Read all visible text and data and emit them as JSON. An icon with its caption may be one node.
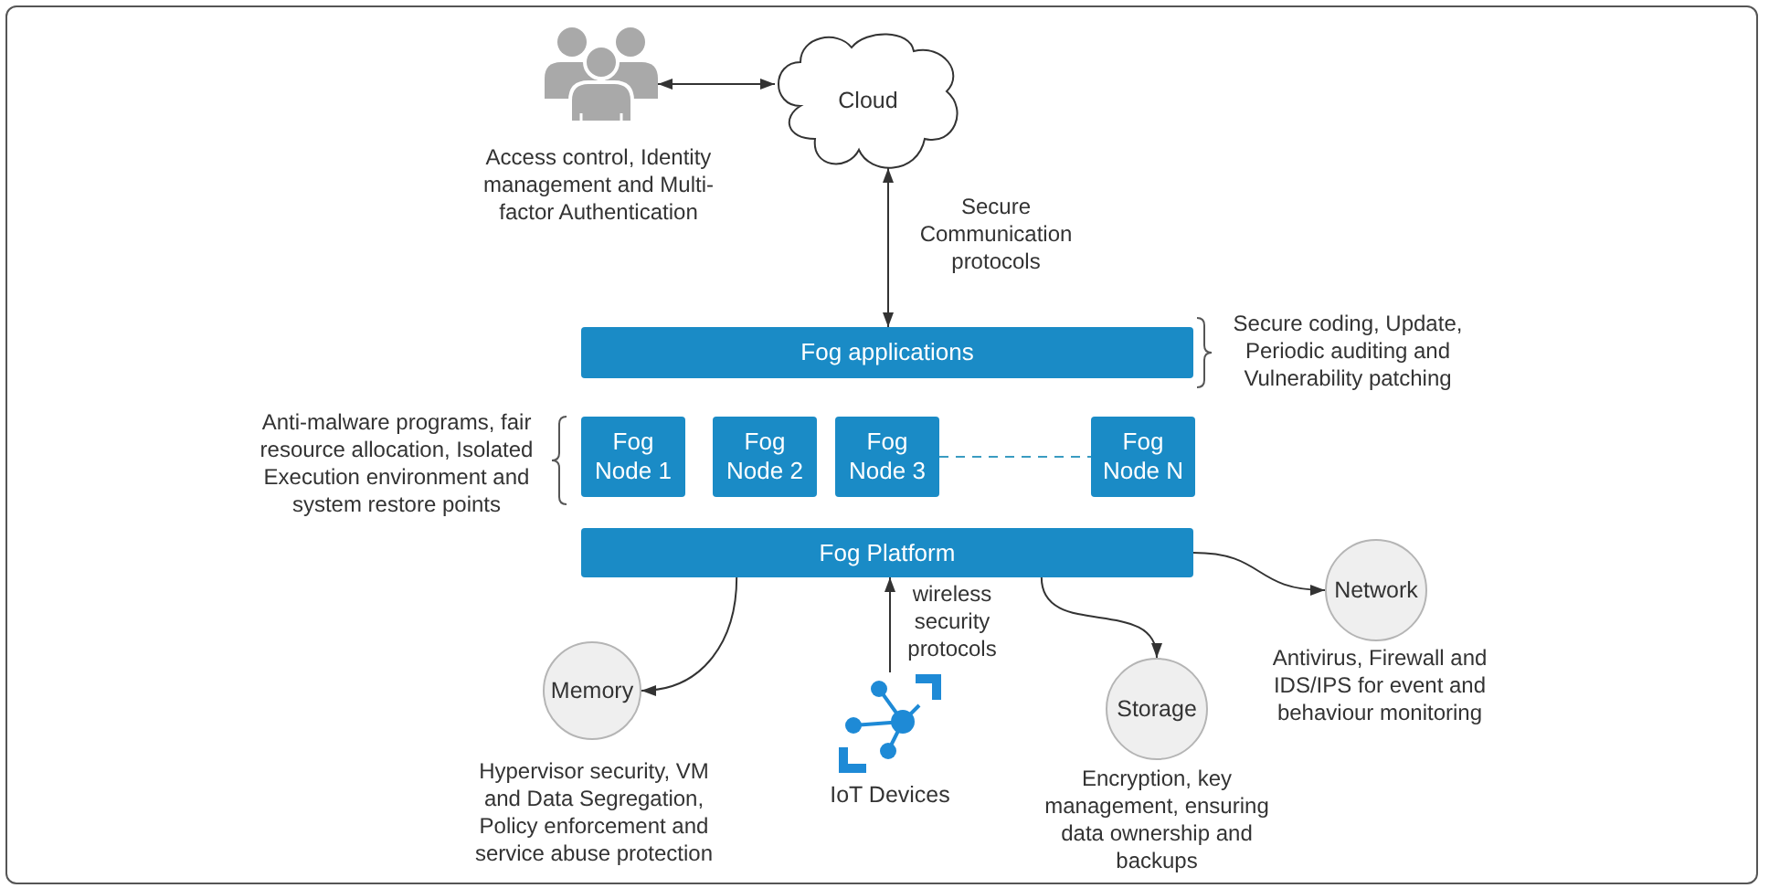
{
  "diagram": {
    "nodes": [
      {
        "text": [],
        "shape": "person",
        "beside": [
          "Access control, Identity management and Multi-factor Authentication"
        ]
      },
      {
        "text": [
          "Cloud"
        ]
      },
      {
        "text": [
          "Fog applications"
        ],
        "beside": [
          "Secure coding, Update, Periodic auditing and Vulnerability patching"
        ]
      },
      {
        "text": [
          "Fog Node 1"
        ]
      },
      {
        "text": [
          "Fog Node 2"
        ]
      },
      {
        "text": [
          "Fog Node 3"
        ]
      },
      {
        "text": [
          "Fog Node N"
        ]
      },
      {
        "text": [
          "Fog Platform"
        ]
      },
      {
        "text": [
          "Memory"
        ],
        "beside": [
          "Hypervisor security, VM and Data Segregation, Policy enforcement and service abuse protection"
        ]
      },
      {
        "text": [
          "IoT Devices"
        ]
      },
      {
        "text": [
          "Storage"
        ],
        "beside": [
          "Encryption, key management, ensuring data ownership and backups"
        ]
      },
      {
        "text": [
          "Network"
        ],
        "beside": [
          "Antivirus, Firewall and IDS/IPS for event and behaviour monitoring"
        ]
      }
    ],
    "edges": [
      {
        "from": 0,
        "to": 1,
        "arrow": "both"
      },
      {
        "from": 1,
        "to": 2,
        "arrow": "both",
        "label": "Secure Communication protocols"
      },
      {
        "from": 5,
        "to": 6,
        "arrow": "none",
        "style": "dashed",
        "color": "#3a9cc1"
      },
      {
        "from": 9,
        "to": 7,
        "arrow": "to",
        "label": "wireless security protocols"
      },
      {
        "from": 7,
        "to": 8,
        "arrow": "to"
      },
      {
        "from": 7,
        "to": 10,
        "arrow": "to"
      },
      {
        "from": 7,
        "to": 11,
        "arrow": "to"
      }
    ],
    "labels": [
      "Anti-malware programs, fair resource allocation, Isolated Execution environment and system restore points"
    ]
  }
}
